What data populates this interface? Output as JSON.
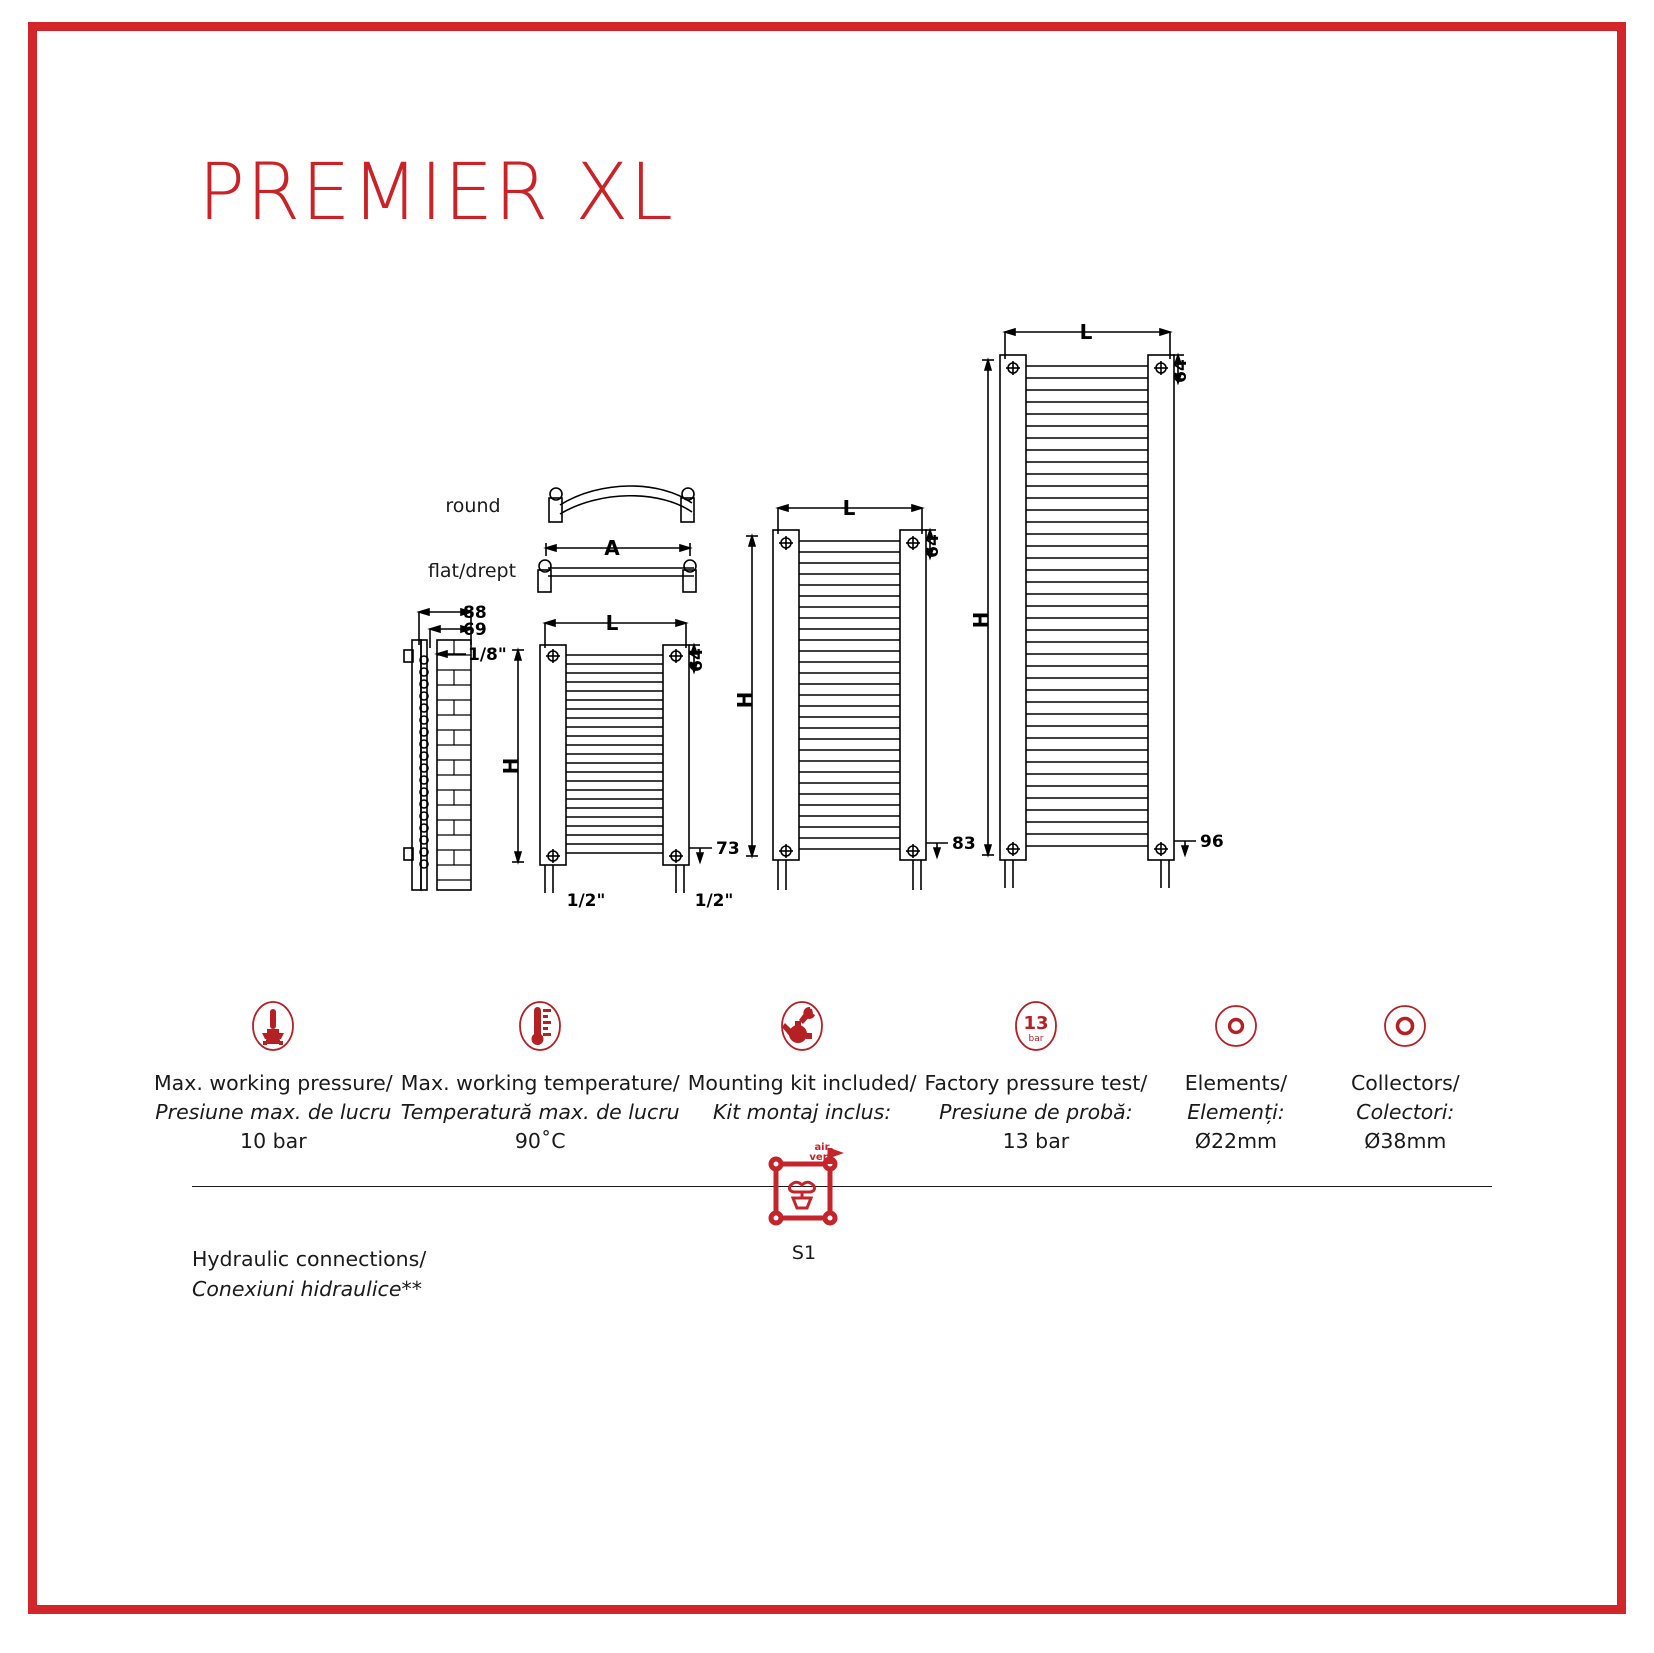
{
  "page": {
    "title": "PREMIER XL",
    "accent_color": "#cb2227",
    "border_color": "#d3262b",
    "text_color": "#1a1a1a"
  },
  "drawing": {
    "rail_labels": {
      "round": "round",
      "flat": "flat/drept",
      "rail_width_dim": "A"
    },
    "side_view_dims": {
      "depth_outer": "88",
      "depth_inner": "69",
      "vent_thread": "1/8\""
    },
    "models": [
      {
        "name": "model-small",
        "width_dim": "L",
        "height_dim": "H",
        "top_offset": "64",
        "bottom_offset": "73",
        "connection_left": "1/2\"",
        "connection_right": "1/2\"",
        "rungs": 22
      },
      {
        "name": "model-medium",
        "width_dim": "L",
        "height_dim": "H",
        "top_offset": "64",
        "bottom_offset": "83",
        "rungs": 28
      },
      {
        "name": "model-large",
        "width_dim": "L",
        "height_dim": "H",
        "top_offset": "64",
        "bottom_offset": "96",
        "rungs": 40
      }
    ]
  },
  "specs": [
    {
      "icon": "pressure-gauge-icon",
      "line1": "Max. working pressure/",
      "line2": "Presiune max. de lucru",
      "line3": "10 bar"
    },
    {
      "icon": "thermometer-icon",
      "line1": "Max. working temperature/",
      "line2": "Temperatură max. de lucru",
      "line3": "90˚C"
    },
    {
      "icon": "wrench-tools-icon",
      "line1": "Mounting kit included/",
      "line2": "Kit montaj inclus:",
      "line3": ""
    },
    {
      "icon": "bar-13-icon",
      "line1": "Factory pressure test/",
      "line2": "Presiune de probă:",
      "line3": "13 bar"
    },
    {
      "icon": "element-tube-icon",
      "line1": "Elements/",
      "line2": "Elemenți:",
      "line3": "Ø22mm"
    },
    {
      "icon": "collector-tube-icon",
      "line1": "Collectors/",
      "line2": "Colectori:",
      "line3": "Ø38mm"
    }
  ],
  "hydraulic": {
    "label_en": "Hydraulic connections/",
    "label_ro": "Conexiuni hidraulice**",
    "symbol": {
      "icon": "air-vent-connection-icon",
      "air_vent_text_line1": "air",
      "air_vent_text_line2": "vent",
      "caption": "S1"
    }
  },
  "icon_glyphs": {
    "bar_13_number": "13",
    "bar_13_unit": "bar"
  }
}
